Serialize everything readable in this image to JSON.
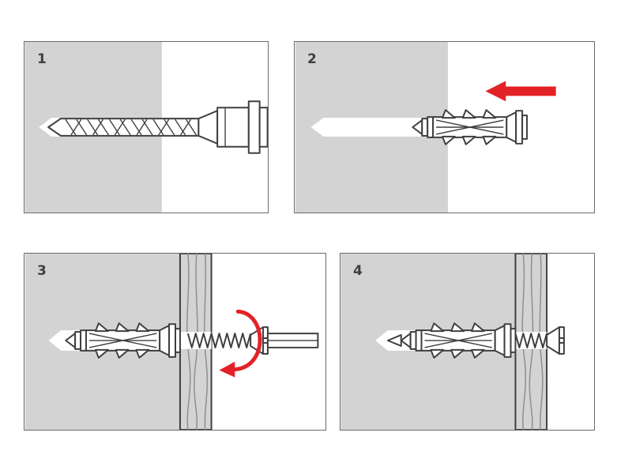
{
  "colors": {
    "background": "#ffffff",
    "panel_border": "#6b6b6b",
    "wall_gray": "#d3d3d3",
    "board_gray": "#d4d4d4",
    "grain": "#8f8f8f",
    "outline": "#3f3f3f",
    "accent_red": "#e32227"
  },
  "panels": [
    {
      "number": "1",
      "icon": "drill-bit-drilling-hole"
    },
    {
      "number": "2",
      "icon": "wall-anchor-with-push-arrow"
    },
    {
      "number": "3",
      "icon": "screw-driven-into-anchor-with-rotation-arrow"
    },
    {
      "number": "4",
      "icon": "screw-fully-installed"
    }
  ]
}
